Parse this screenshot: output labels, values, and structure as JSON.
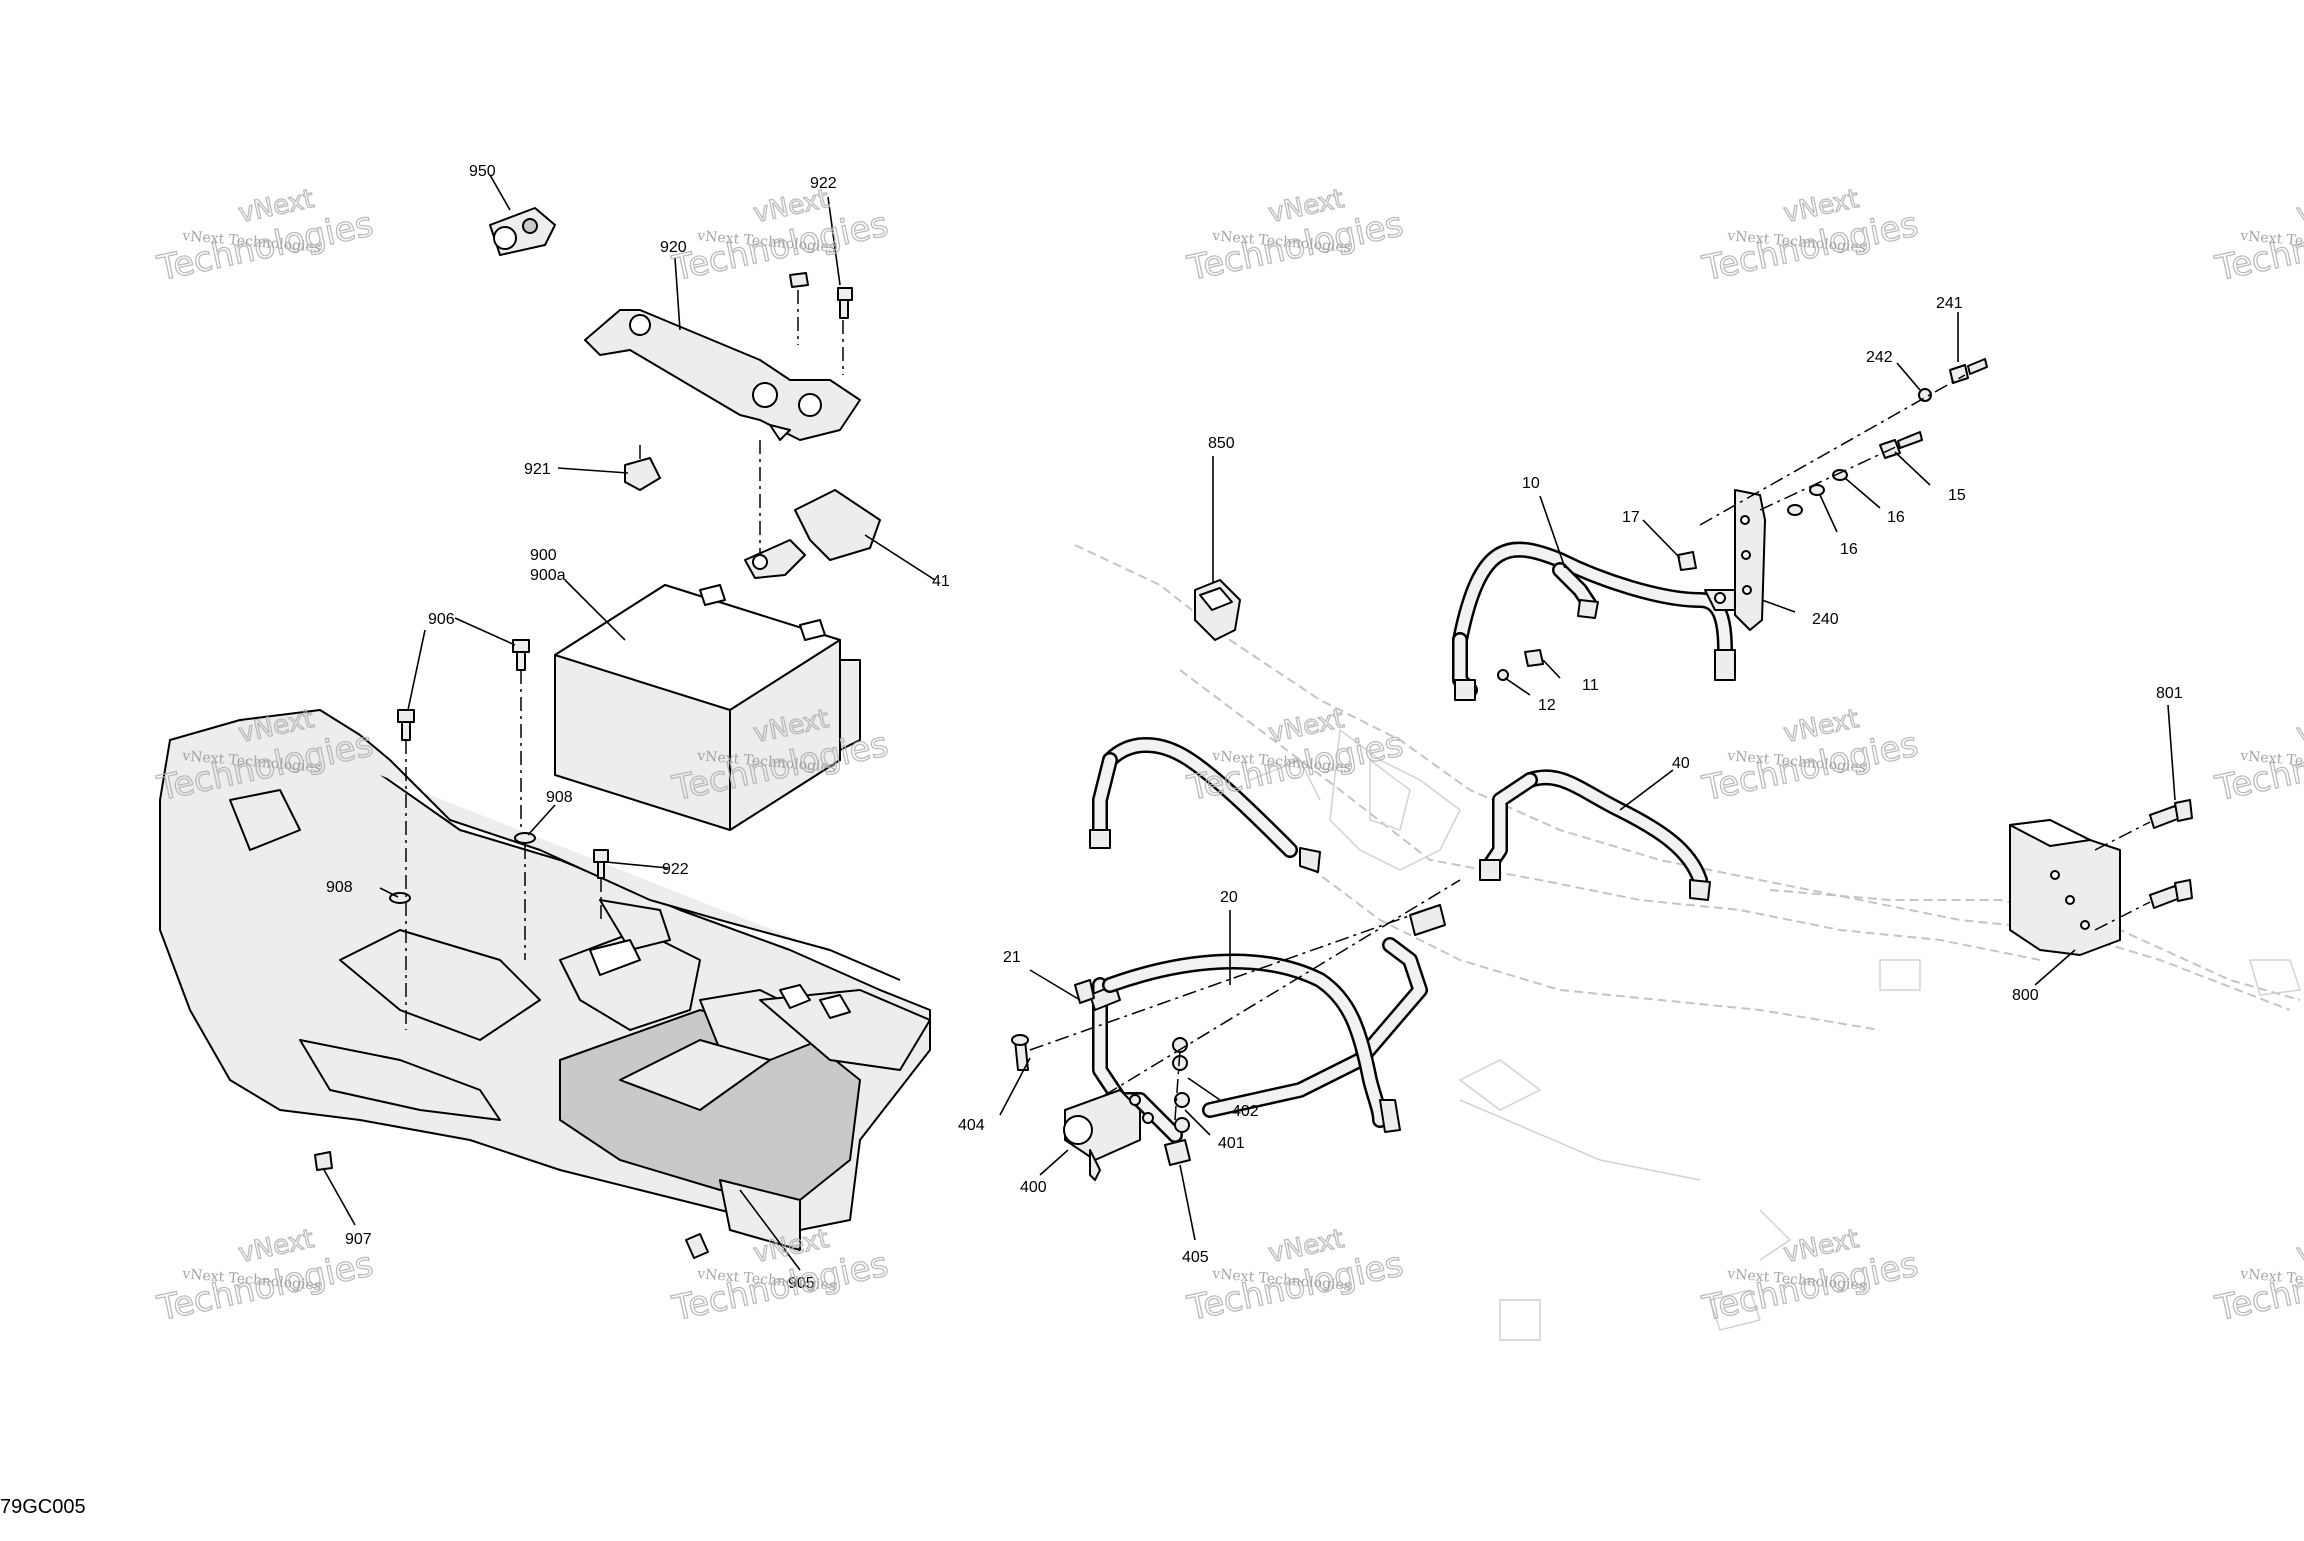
{
  "diagram": {
    "code": "79GC005",
    "watermark": {
      "line1": "vNext Technologies",
      "line2": "Technologies",
      "line3": "vNext"
    },
    "callouts": {
      "c950": "950",
      "c922a": "922",
      "c920": "920",
      "c921": "921",
      "c900": "900",
      "c900a": "900a",
      "c41": "41",
      "c906": "906",
      "c908a": "908",
      "c908b": "908",
      "c922b": "922",
      "c907": "907",
      "c905": "905",
      "c850": "850",
      "c10": "10",
      "c17": "17",
      "c11": "11",
      "c12": "12",
      "c241": "241",
      "c242": "242",
      "c15": "15",
      "c16a": "16",
      "c16b": "16",
      "c240": "240",
      "c40": "40",
      "c20": "20",
      "c21": "21",
      "c404": "404",
      "c400": "400",
      "c402": "402",
      "c401": "401",
      "c405": "405",
      "c801": "801",
      "c800": "800"
    }
  }
}
